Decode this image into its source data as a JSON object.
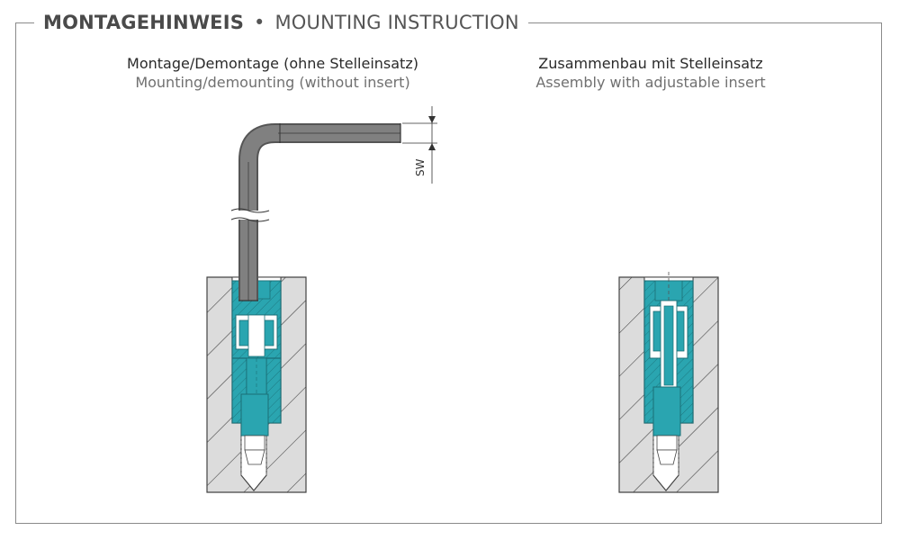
{
  "header": {
    "title_bold": "MONTAGEHINWEIS",
    "separator": "•",
    "title_light": "MOUNTING INSTRUCTION"
  },
  "left_caption": {
    "german": "Montage/Demontage (ohne Stelleinsatz)",
    "english": "Mounting/demounting (without insert)"
  },
  "right_caption": {
    "german": "Zusammenbau mit Stelleinsatz",
    "english": "Assembly with adjustable insert"
  },
  "dimension_label": "SW",
  "colors": {
    "teal": "#2aa5b0",
    "teal_dark": "#1d7f88",
    "hatch_bg": "#dcdcdc",
    "key_gray": "#7d7d7d",
    "frame": "#8a8a8a"
  }
}
